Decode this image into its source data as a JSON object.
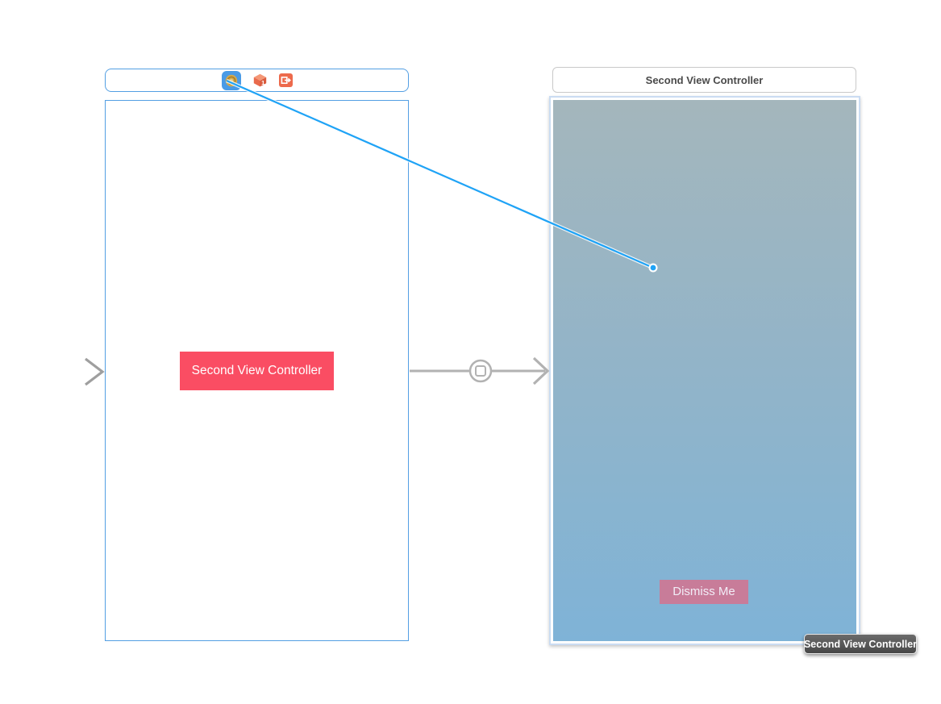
{
  "window": {
    "background": "#ffffff"
  },
  "first_scene": {
    "dock": {
      "view_controller_icon": "view-controller-icon",
      "first_responder_icon": "first-responder-icon",
      "first_responder_label": "1",
      "exit_icon": "exit-icon"
    },
    "button_label": "Second View Controller"
  },
  "second_scene": {
    "title": "Second View Controller",
    "dismiss_button_label": "Dismiss Me"
  },
  "segue": {
    "icon": "present-modally-segue-icon"
  },
  "tooltip": {
    "label": "Second View Controller"
  },
  "colors": {
    "selection_blue": "#539fe3",
    "drag_line_blue": "#1fa3f6",
    "button_pink": "#fa4d63",
    "dismiss_pink": "#c87c99",
    "view_gradient_top": "#a4b6bc",
    "view_gradient_bottom": "#7fb3d7",
    "arrow_gray": "#a9a9a9"
  }
}
